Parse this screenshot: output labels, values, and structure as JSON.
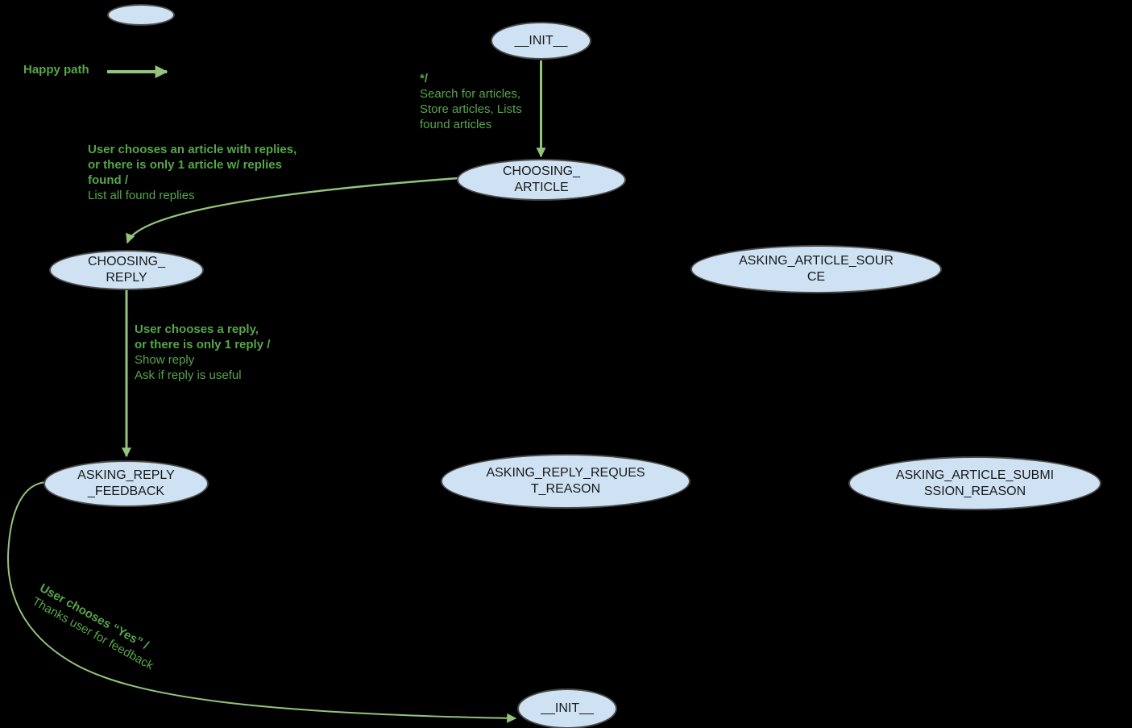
{
  "title": "Chatbot dialog state machine diagram",
  "colors": {
    "background": "#000000",
    "node-fill": "#cfe2f3",
    "node-border": "#4a4a4a",
    "node-text": "#1a1a1a",
    "text-green": "#57a64a",
    "arrow-green": "#93c47d"
  },
  "legend": {
    "happy_path_label": "Happy path"
  },
  "states": {
    "init_top": {
      "line1": "__INIT__"
    },
    "choosing_article": {
      "line1": "CHOOSING_",
      "line2": "ARTICLE"
    },
    "choosing_reply": {
      "line1": "CHOOSING_",
      "line2": "REPLY"
    },
    "asking_article_source": {
      "line1": "ASKING_ARTICLE_SOUR",
      "line2": "CE"
    },
    "asking_reply_feedback": {
      "line1": "ASKING_REPLY",
      "line2": "_FEEDBACK"
    },
    "asking_reply_request_reason": {
      "line1": "ASKING_REPLY_REQUES",
      "line2": "T_REASON"
    },
    "asking_article_submission_reason": {
      "line1": "ASKING_ARTICLE_SUBMI",
      "line2": "SSION_REASON"
    },
    "init_bottom": {
      "line1": "__INIT__"
    }
  },
  "transitions": {
    "init_to_choosing_article": {
      "line1": "*/",
      "line2": "Search for articles,",
      "line3": "Store articles, Lists",
      "line4": "found articles"
    },
    "choosing_article_to_choosing_reply": {
      "line1": "User chooses an article with replies,",
      "line2": "or there is only 1 article w/ replies",
      "line3": "found /",
      "line4": "List all found replies"
    },
    "choosing_reply_to_asking_reply_feedback": {
      "line1": "User chooses a reply,",
      "line2": "or there is only 1 reply /",
      "line3": "Show reply",
      "line4": "Ask if reply is useful"
    },
    "asking_reply_feedback_to_init": {
      "line1": "User chooses “Yes” /",
      "line2": "Thanks user for feedback"
    }
  }
}
